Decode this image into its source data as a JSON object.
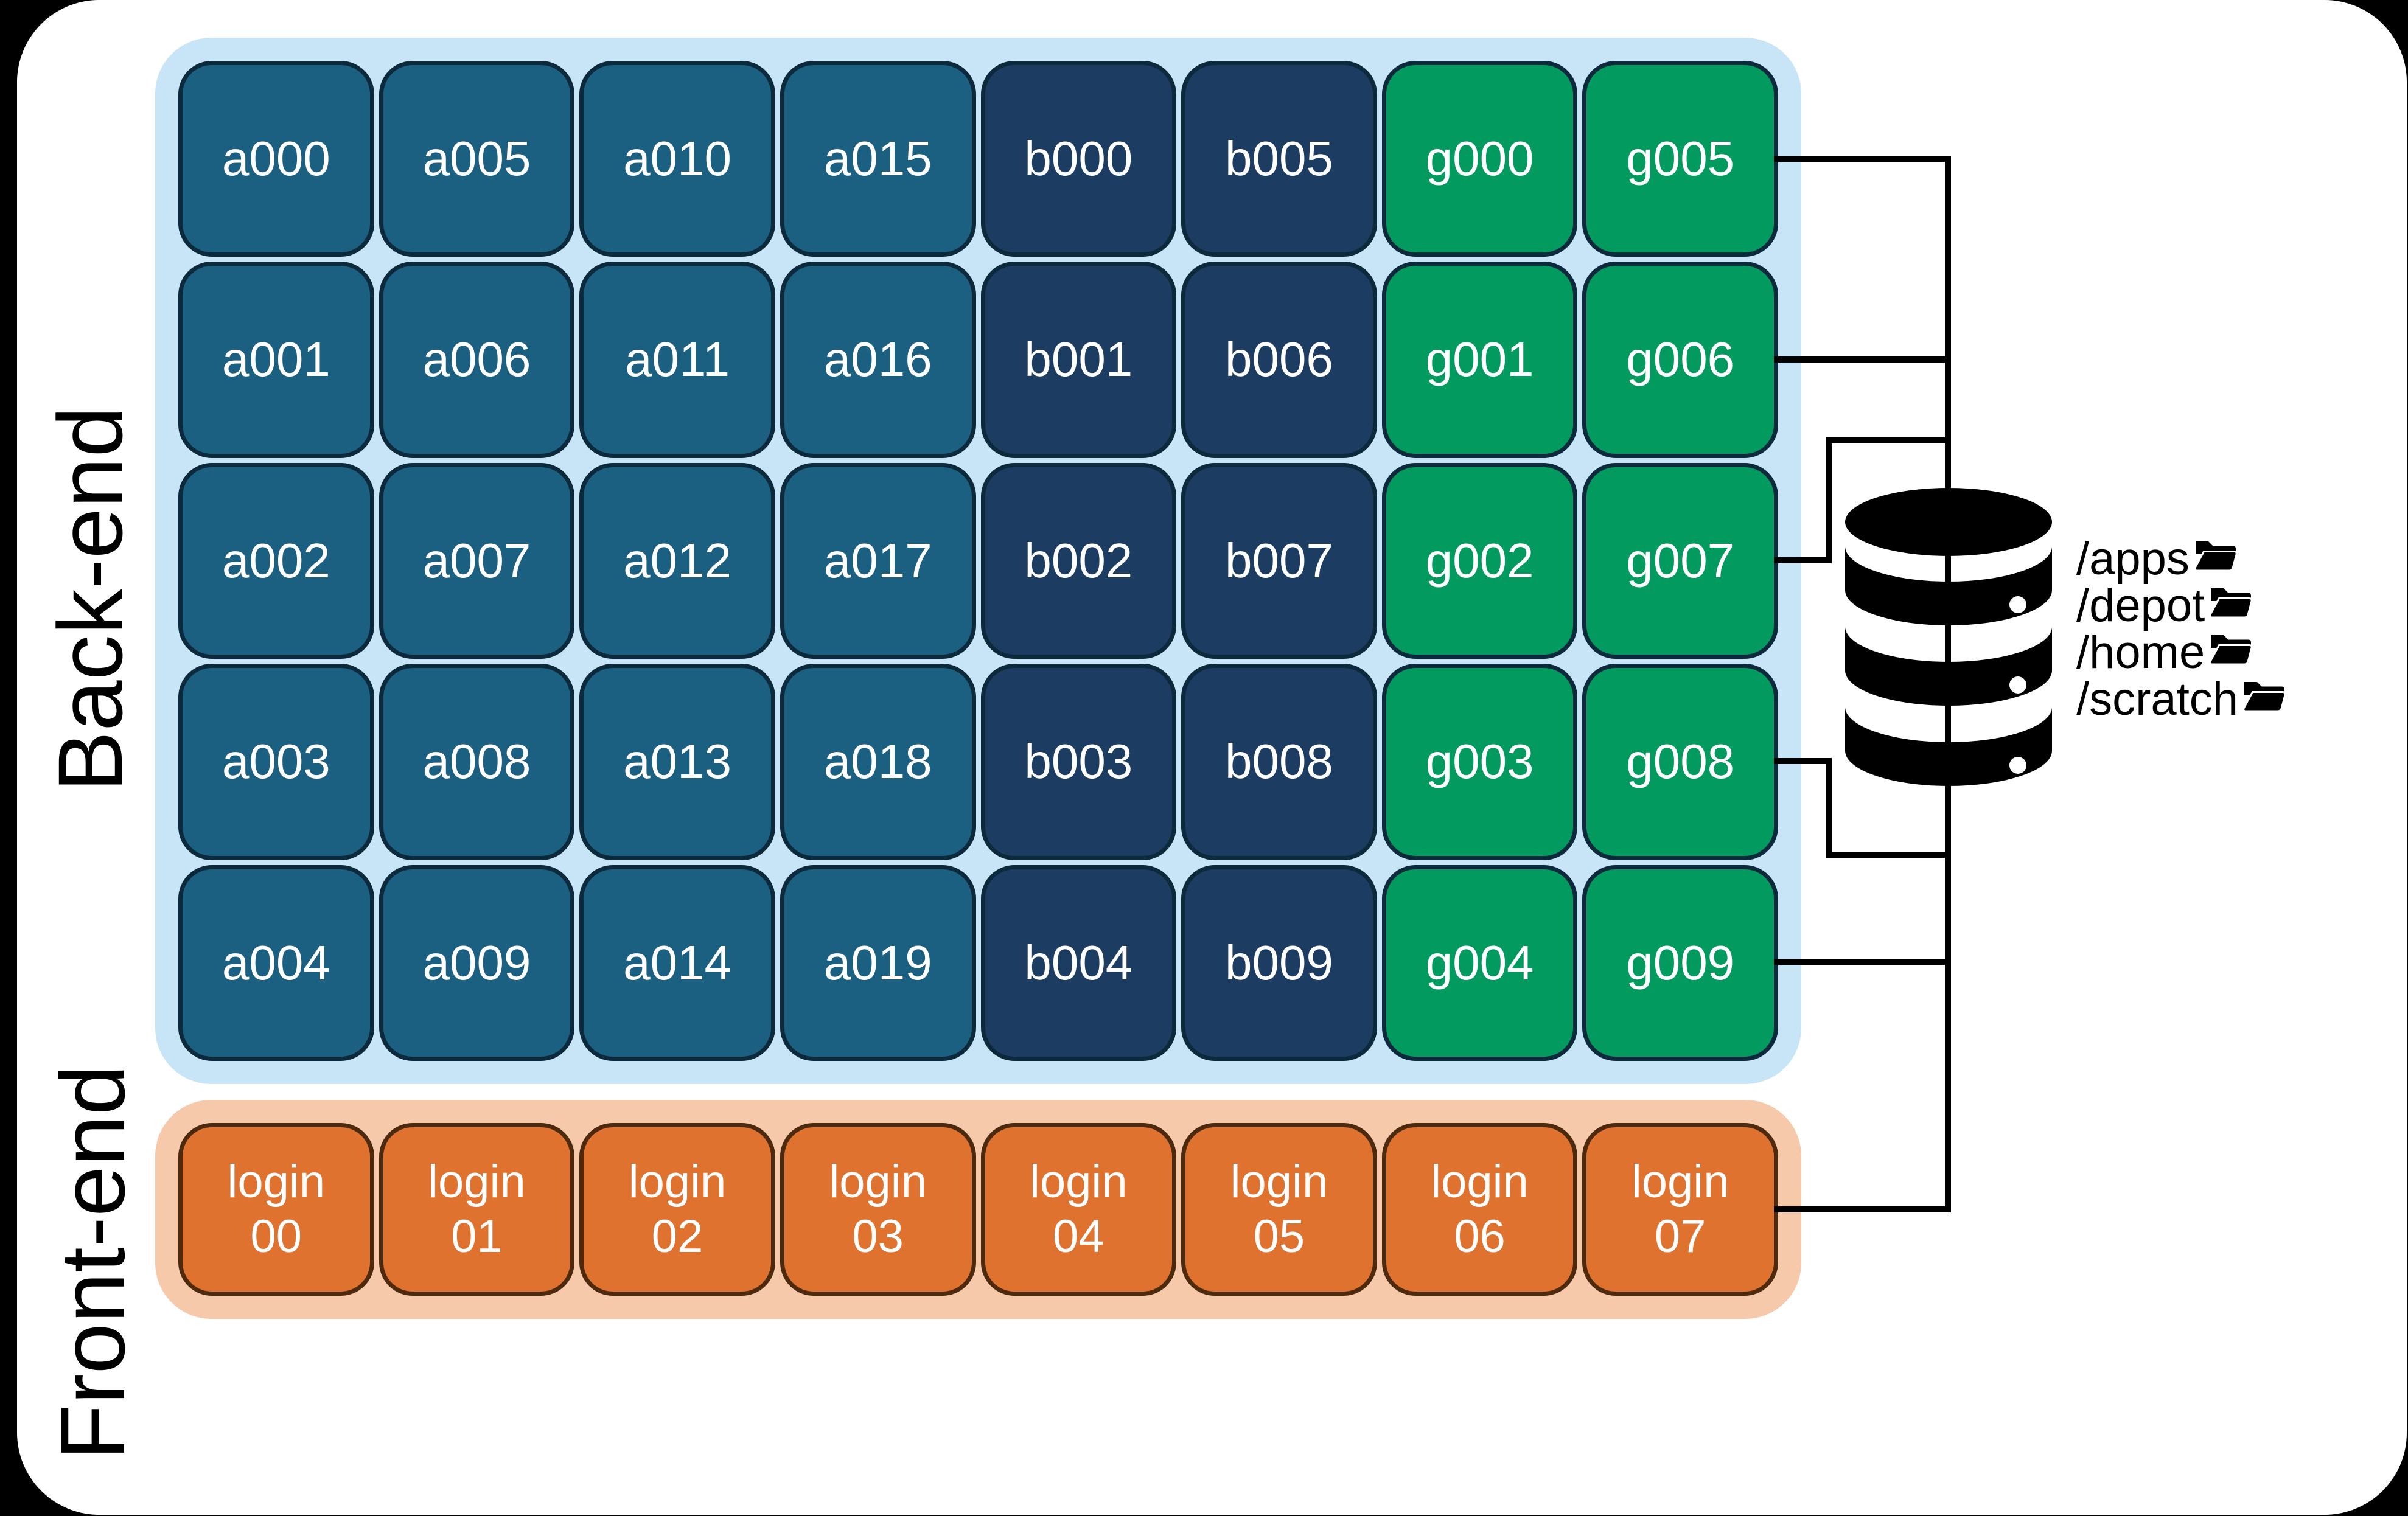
{
  "sections": {
    "backend": {
      "label": "Back-end"
    },
    "frontend": {
      "label": "Front-end"
    }
  },
  "backend_nodes": [
    {
      "label": "a000",
      "group": "a"
    },
    {
      "label": "a005",
      "group": "a"
    },
    {
      "label": "a010",
      "group": "a"
    },
    {
      "label": "a015",
      "group": "a"
    },
    {
      "label": "b000",
      "group": "b"
    },
    {
      "label": "b005",
      "group": "b"
    },
    {
      "label": "g000",
      "group": "g"
    },
    {
      "label": "g005",
      "group": "g"
    },
    {
      "label": "a001",
      "group": "a"
    },
    {
      "label": "a006",
      "group": "a"
    },
    {
      "label": "a011",
      "group": "a"
    },
    {
      "label": "a016",
      "group": "a"
    },
    {
      "label": "b001",
      "group": "b"
    },
    {
      "label": "b006",
      "group": "b"
    },
    {
      "label": "g001",
      "group": "g"
    },
    {
      "label": "g006",
      "group": "g"
    },
    {
      "label": "a002",
      "group": "a"
    },
    {
      "label": "a007",
      "group": "a"
    },
    {
      "label": "a012",
      "group": "a"
    },
    {
      "label": "a017",
      "group": "a"
    },
    {
      "label": "b002",
      "group": "b"
    },
    {
      "label": "b007",
      "group": "b"
    },
    {
      "label": "g002",
      "group": "g"
    },
    {
      "label": "g007",
      "group": "g"
    },
    {
      "label": "a003",
      "group": "a"
    },
    {
      "label": "a008",
      "group": "a"
    },
    {
      "label": "a013",
      "group": "a"
    },
    {
      "label": "a018",
      "group": "a"
    },
    {
      "label": "b003",
      "group": "b"
    },
    {
      "label": "b008",
      "group": "b"
    },
    {
      "label": "g003",
      "group": "g"
    },
    {
      "label": "g008",
      "group": "g"
    },
    {
      "label": "a004",
      "group": "a"
    },
    {
      "label": "a009",
      "group": "a"
    },
    {
      "label": "a014",
      "group": "a"
    },
    {
      "label": "a019",
      "group": "a"
    },
    {
      "label": "b004",
      "group": "b"
    },
    {
      "label": "b009",
      "group": "b"
    },
    {
      "label": "g004",
      "group": "g"
    },
    {
      "label": "g009",
      "group": "g"
    }
  ],
  "frontend_nodes": [
    {
      "line1": "login",
      "line2": "00"
    },
    {
      "line1": "login",
      "line2": "01"
    },
    {
      "line1": "login",
      "line2": "02"
    },
    {
      "line1": "login",
      "line2": "03"
    },
    {
      "line1": "login",
      "line2": "04"
    },
    {
      "line1": "login",
      "line2": "05"
    },
    {
      "line1": "login",
      "line2": "06"
    },
    {
      "line1": "login",
      "line2": "07"
    }
  ],
  "storage": {
    "icon": "database-icon",
    "mounts": [
      {
        "path": "/apps",
        "icon": "open-folder-icon"
      },
      {
        "path": "/depot",
        "icon": "open-folder-icon"
      },
      {
        "path": "/home",
        "icon": "open-folder-icon"
      },
      {
        "path": "/scratch",
        "icon": "open-folder-icon"
      }
    ]
  },
  "colors": {
    "a-fill": "#1b5f81",
    "b-fill": "#1c3c61",
    "g-fill": "#029a5e",
    "login-fill": "#e0722f",
    "login-border": "#4d2a0e",
    "node-border": "#0d2a3d",
    "backend-bg": "#c7e5f6",
    "frontend-bg": "#f6c9ab",
    "line": "#000000"
  }
}
